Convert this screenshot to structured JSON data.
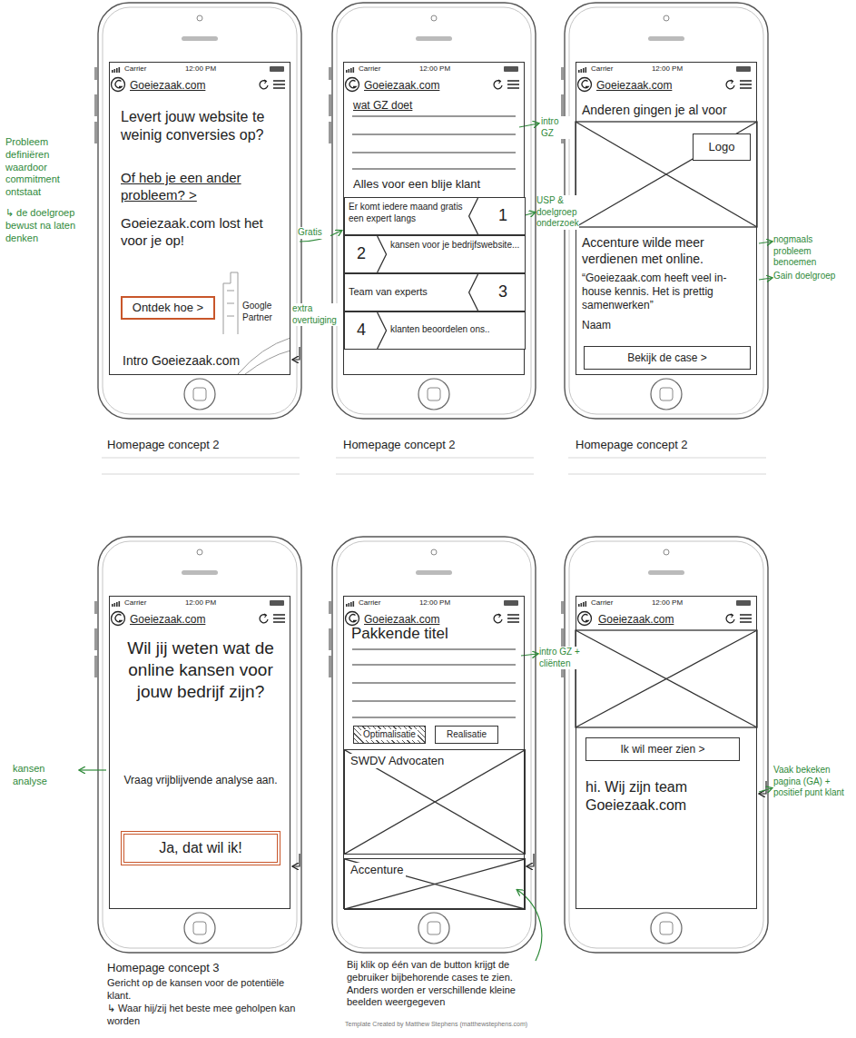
{
  "diagram": {
    "nodes": [
      {
        "text": [
          "Carrier",
          "12:00 PM",
          "Goeiezaak.com",
          "Levert jouw website te weinig conversies op?",
          "Of heb je een ander probleem? >",
          "Goeiezaak.com lost het voor je op!",
          "Google Partner",
          "Intro Goeiezaak.com"
        ]
      },
      {
        "text": [
          "Ontdek hoe >"
        ],
        "in": 0
      },
      {
        "text": [
          "Carrier",
          "12:00 PM",
          "Goeiezaak.com",
          "wat GZ doet",
          "Alles voor een blije klant"
        ]
      },
      {
        "text": [
          "Er komt iedere maand gratis een expert langs",
          "1"
        ],
        "in": 2
      },
      {
        "text": [
          "2",
          "kansen voor je bedrijfswebsite..."
        ],
        "in": 2
      },
      {
        "text": [
          "Team van experts",
          "3"
        ],
        "in": 2
      },
      {
        "text": [
          "4",
          "klanten beoordelen ons.."
        ],
        "in": 2
      },
      {
        "text": [
          "Carrier",
          "12:00 PM",
          "Goeiezaak.com",
          "Anderen gingen je al voor",
          "Accenture wilde meer verdienen met online.",
          "“Goeiezaak.com heeft veel in-house kennis. Het is prettig samenwerken”",
          "Naam"
        ]
      },
      {
        "text": [
          "Logo"
        ],
        "in": 7
      },
      {
        "text": [
          "Bekijk de case >"
        ],
        "in": 7
      },
      {
        "text": [
          "Carrier",
          "12:00 PM",
          "Goeiezaak.com",
          "Wil jij weten wat de online kansen voor jouw bedrijf zijn?",
          "Vraag vrijblijvende analyse aan."
        ]
      },
      {
        "text": [
          "Ja, dat wil ik!"
        ],
        "in": 10
      },
      {
        "text": [
          "Carrier",
          "12:00 PM",
          "Goeiezaak.com",
          "Pakkende titel"
        ]
      },
      {
        "text": [
          "Optimalisatie"
        ],
        "in": 12
      },
      {
        "text": [
          "Realisatie"
        ],
        "in": 12
      },
      {
        "text": [
          "SWDV Advocaten"
        ],
        "in": 12
      },
      {
        "text": [
          "Accenture"
        ],
        "in": 12
      },
      {
        "text": [
          "Carrier",
          "12:00 PM",
          "Goeiezaak.com",
          "hi. Wij zijn team Goeiezaak.com"
        ]
      },
      {
        "text": [
          "Ik wil meer zien >"
        ],
        "in": 17
      }
    ],
    "labels": [
      "Probleem definiëren waardoor commitment ontstaat",
      "↳ de doelgroep bewust na laten denken",
      "Gratis",
      "extra overtuiging",
      "intro GZ",
      "USP & doelgroep onderzoek",
      "nogmaals probleem benoemen",
      "Gain doelgroep",
      "Homepage concept 2",
      "Homepage concept 2",
      "Homepage concept 2",
      "kansen analyse",
      "intro GZ + cliënten",
      "Vaak bekeken pagina (GA) + positief punt klant",
      "Homepage concept 3",
      "Gericht op de kansen voor de potentiële klant.",
      "↳ Waar hij/zij het beste mee geholpen kan worden",
      "Bij klik op één van de button krijgt de gebruiker bijbehorende cases te zien. Anders worden er verschillende kleine beelden weergegeven",
      "Template Created by Matthew Stephens (matthewstephens.com)"
    ]
  }
}
